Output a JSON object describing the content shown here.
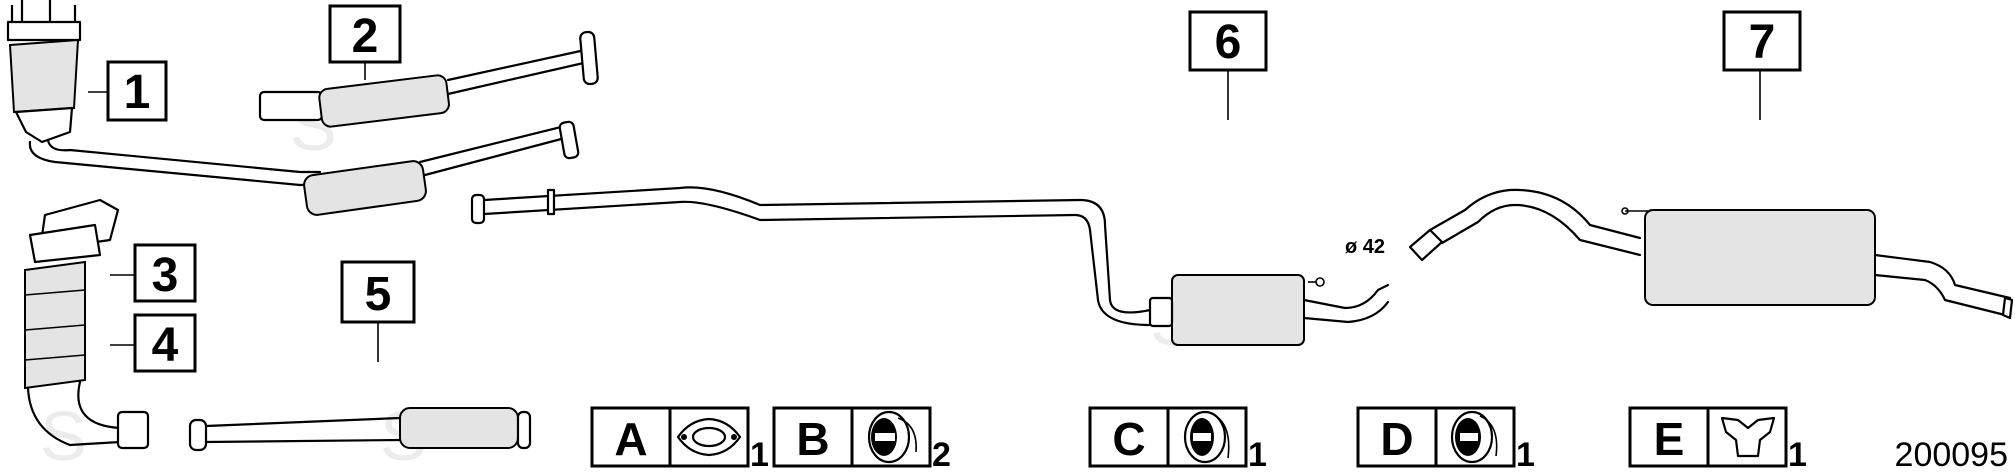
{
  "callouts": [
    {
      "id": "callout-1",
      "label": "1"
    },
    {
      "id": "callout-2",
      "label": "2"
    },
    {
      "id": "callout-3",
      "label": "3"
    },
    {
      "id": "callout-4",
      "label": "4"
    },
    {
      "id": "callout-5",
      "label": "5"
    },
    {
      "id": "callout-6",
      "label": "6"
    },
    {
      "id": "callout-7",
      "label": "7"
    }
  ],
  "legend": [
    {
      "letter": "A",
      "qty": "1",
      "icon": "gasket-icon"
    },
    {
      "letter": "B",
      "qty": "2",
      "icon": "rubber-hanger-icon"
    },
    {
      "letter": "C",
      "qty": "1",
      "icon": "rubber-mount-icon"
    },
    {
      "letter": "D",
      "qty": "1",
      "icon": "rubber-hanger-icon"
    },
    {
      "letter": "E",
      "qty": "1",
      "icon": "bracket-icon"
    }
  ],
  "diameter_label": "ø 42",
  "drawing_number": "200095",
  "watermark": "S"
}
